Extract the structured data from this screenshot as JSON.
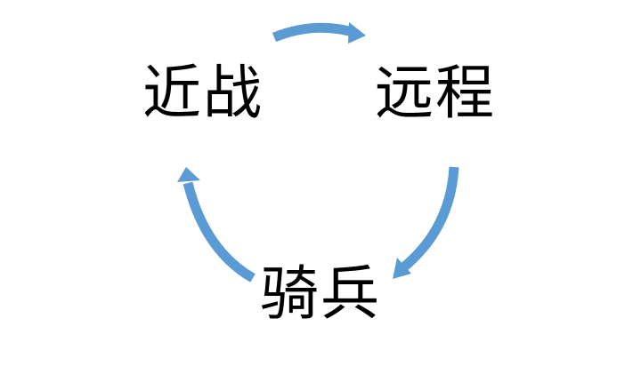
{
  "diagram": {
    "nodes": {
      "melee": "近战",
      "ranged": "远程",
      "cavalry": "骑兵"
    },
    "arrow_color": "#5b9bd5",
    "edges": [
      {
        "from": "melee",
        "to": "ranged"
      },
      {
        "from": "ranged",
        "to": "cavalry"
      },
      {
        "from": "cavalry",
        "to": "melee"
      }
    ]
  }
}
